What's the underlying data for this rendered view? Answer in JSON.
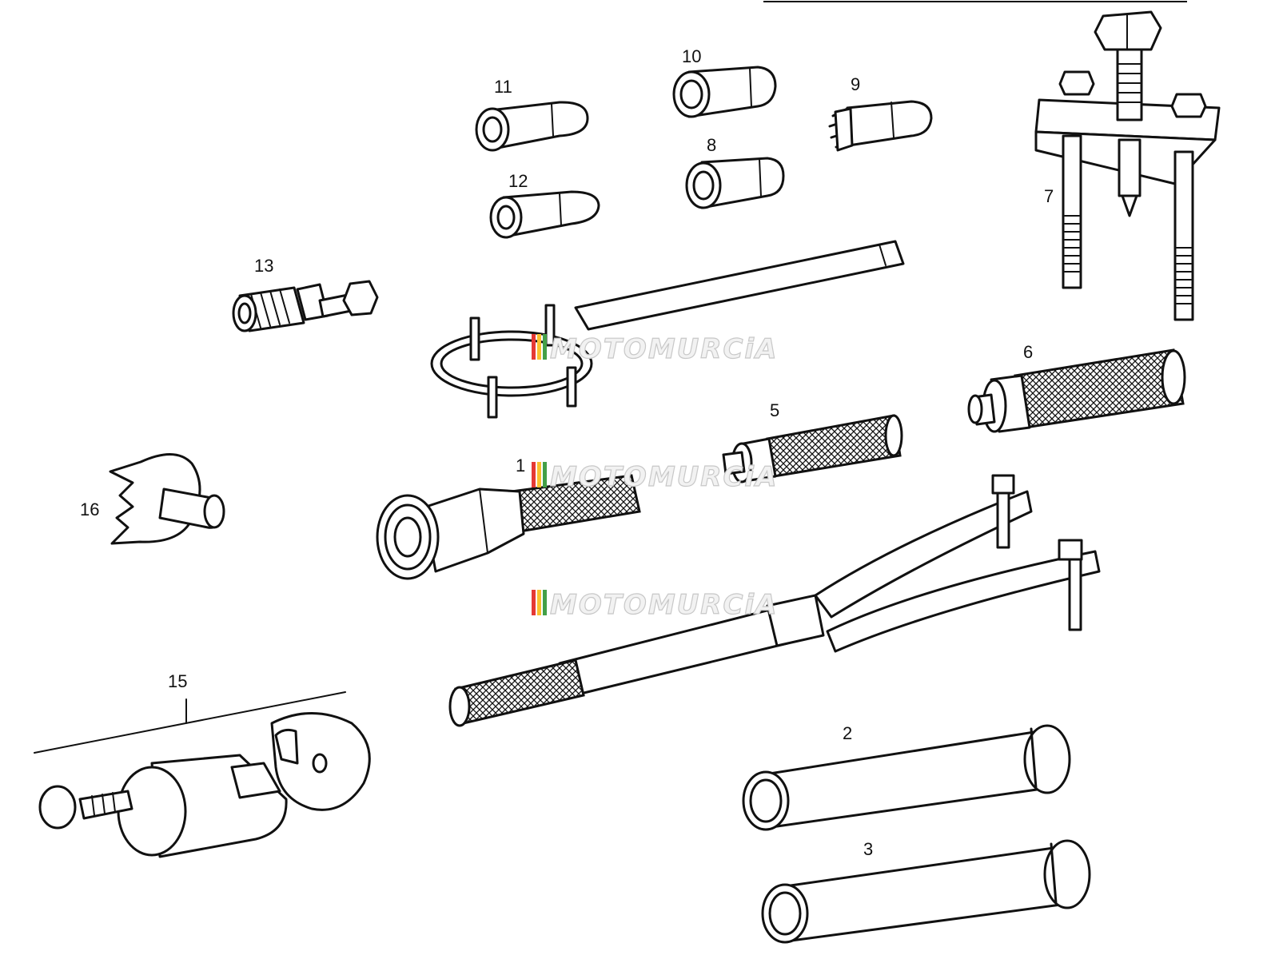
{
  "watermark": "MOTOMURCiA",
  "watermark_colors": [
    "#e53935",
    "#fbc02d",
    "#43a047"
  ],
  "labels": {
    "n1": "1",
    "n2": "2",
    "n3": "3",
    "n5": "5",
    "n6": "6",
    "n7": "7",
    "n8": "8",
    "n9": "9",
    "n10": "10",
    "n11": "11",
    "n12": "12",
    "n13": "13",
    "n15": "15",
    "n16": "16"
  },
  "icons": [
    "puller-icon",
    "socket-icon",
    "spanner-wrench-icon",
    "pin-wrench-icon",
    "drift-icon",
    "bush-extractor-icon"
  ]
}
